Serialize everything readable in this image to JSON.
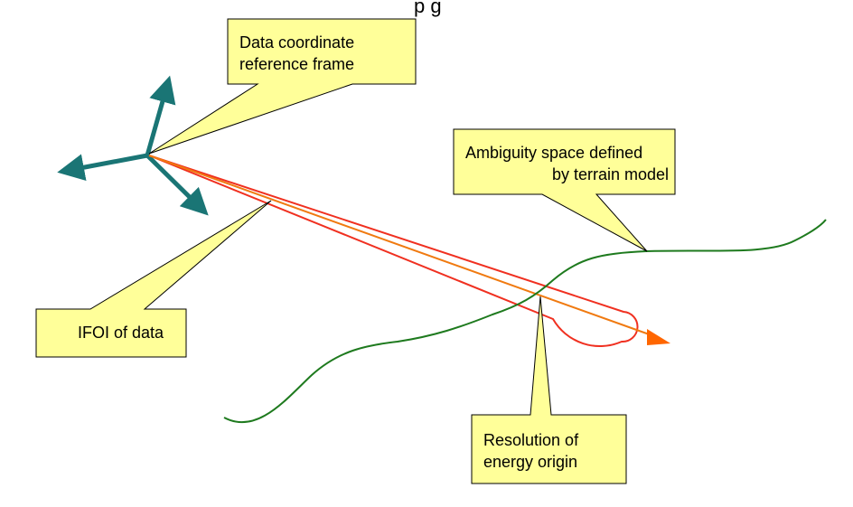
{
  "header_fragment": "p                                              g",
  "colors": {
    "axis": "#1a7575",
    "terrain": "#1e7a1e",
    "ifov_outline": "#f03020",
    "ray": "#f07a10",
    "arrowhead": "#ff6600",
    "callout_fill": "#ffff99",
    "callout_stroke": "#000000"
  },
  "callouts": {
    "reference_frame": {
      "line1": "Data coordinate",
      "line2": "reference frame"
    },
    "ambiguity": {
      "line1": "Ambiguity space defined",
      "line2": "by terrain model"
    },
    "ifoi": {
      "line1": "IFOI of data"
    },
    "resolution": {
      "line1": "Resolution of",
      "line2": "energy origin"
    }
  }
}
